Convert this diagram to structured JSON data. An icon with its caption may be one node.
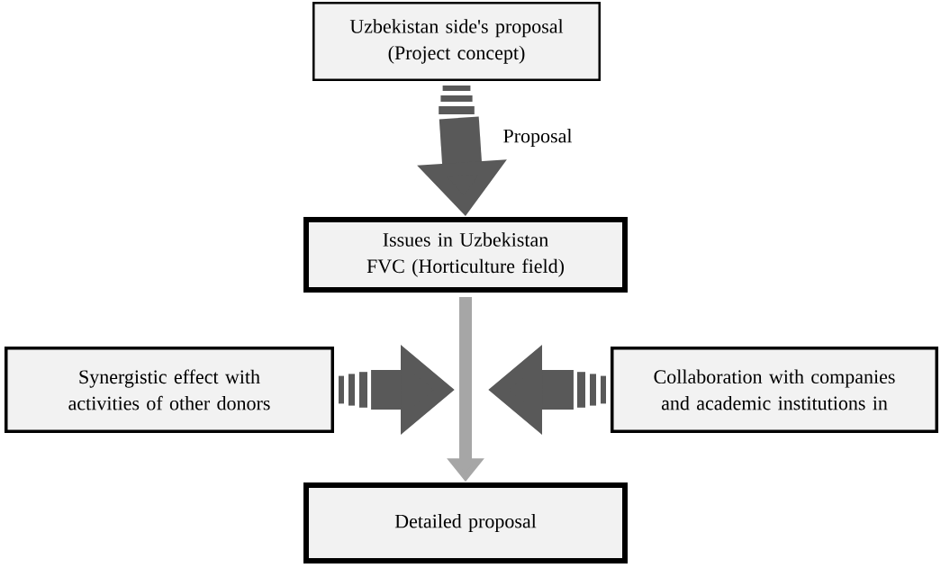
{
  "diagram": {
    "nodes": [
      {
        "text": [
          "Uzbekistan side's proposal (Project concept)"
        ]
      },
      {
        "text": [
          "Issues in Uzbekistan FVC (Horticulture field)"
        ]
      },
      {
        "text": [
          "Synergistic effect with activities of other donors"
        ]
      },
      {
        "text": [
          "Collaboration with companies and academic institutions in"
        ]
      },
      {
        "text": [
          "Detailed proposal"
        ]
      }
    ],
    "edges": [
      {
        "from": 0,
        "to": 1,
        "arrow": "to",
        "label": "Proposal"
      },
      {
        "from": 1,
        "to": 4,
        "arrow": "to",
        "color": "#a6a6a6"
      },
      {
        "from": 2,
        "to": null,
        "arrow": "to"
      },
      {
        "from": 3,
        "to": null,
        "arrow": "to"
      }
    ]
  }
}
